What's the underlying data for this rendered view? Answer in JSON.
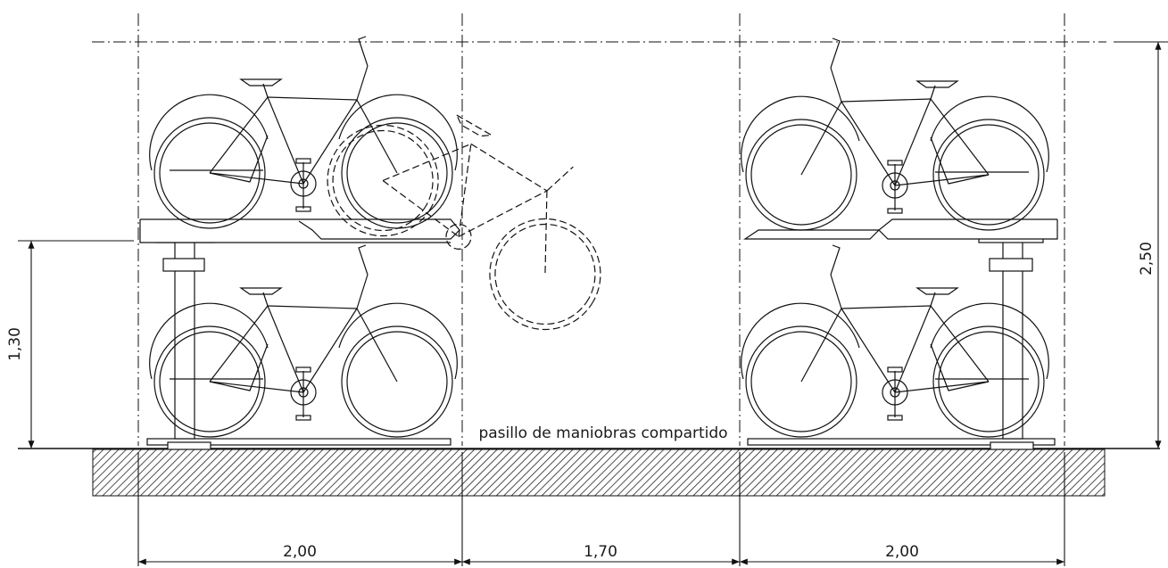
{
  "labels": {
    "aisle": "pasillo de maniobras compartido",
    "dim_left_width": "2,00",
    "dim_middle_width": "1,70",
    "dim_right_width": "2,00",
    "dim_lower_height": "1,30",
    "dim_total_height": "2,50"
  }
}
